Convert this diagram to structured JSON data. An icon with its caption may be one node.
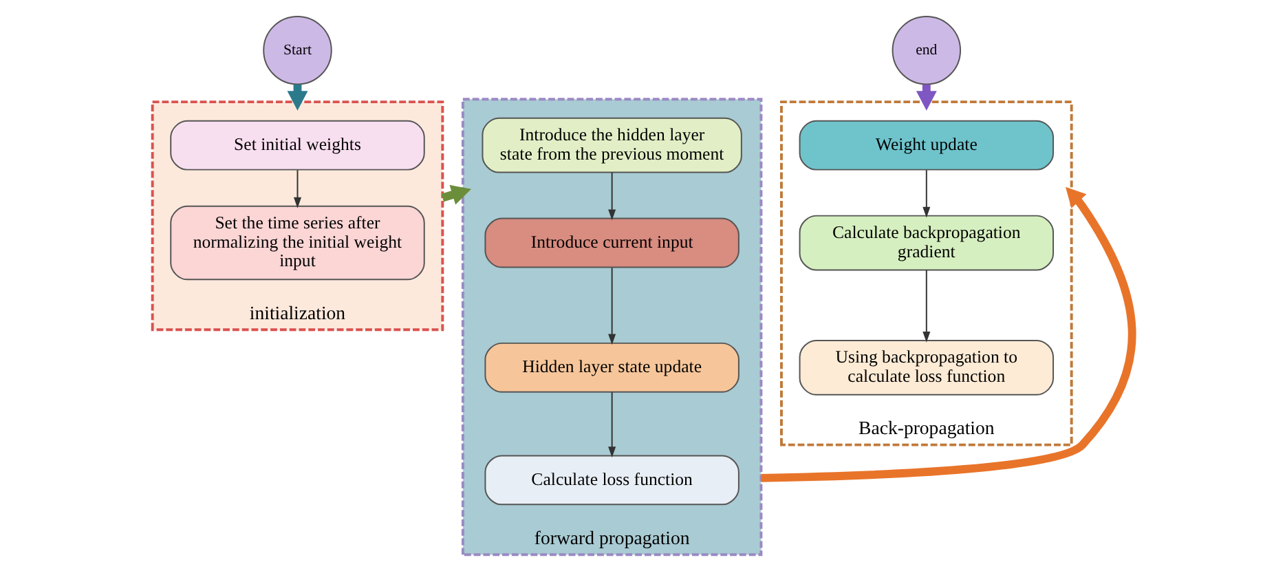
{
  "diagram": {
    "nodes": [
      {
        "text": [
          "Start"
        ]
      },
      {
        "text": [
          "initialization"
        ]
      },
      {
        "text": [
          "Set initial weights"
        ],
        "in": 1
      },
      {
        "text": [
          "Set the time series after normalizing the initial weight input"
        ],
        "in": 1
      },
      {
        "text": [
          "forward propagation"
        ]
      },
      {
        "text": [
          "Introduce the hidden layer state from the previous moment"
        ],
        "in": 4
      },
      {
        "text": [
          "Introduce current input"
        ],
        "in": 4
      },
      {
        "text": [
          "Hidden layer state update"
        ],
        "in": 4
      },
      {
        "text": [
          "Calculate loss function"
        ],
        "in": 4
      },
      {
        "text": [
          "end"
        ]
      },
      {
        "text": [
          "Back-propagation"
        ]
      },
      {
        "text": [
          "Weight update"
        ],
        "in": 10
      },
      {
        "text": [
          "Calculate backpropagation gradient"
        ],
        "in": 10
      },
      {
        "text": [
          "Using backpropagation to calculate loss function"
        ],
        "in": 10
      }
    ],
    "edges": [
      {
        "from": 0,
        "to": 1,
        "arrow": "to",
        "style": "thick",
        "color": "#2b7a8c"
      },
      {
        "from": 2,
        "to": 3,
        "arrow": "to"
      },
      {
        "from": 1,
        "to": 4,
        "arrow": "to",
        "style": "thick",
        "color": "#6b8e3a"
      },
      {
        "from": 5,
        "to": 6,
        "arrow": "to"
      },
      {
        "from": 6,
        "to": 7,
        "arrow": "to"
      },
      {
        "from": 7,
        "to": 8,
        "arrow": "to"
      },
      {
        "from": 4,
        "to": 10,
        "arrow": "to",
        "style": "thick",
        "color": "#e8742a"
      },
      {
        "from": 9,
        "to": 10,
        "arrow": "to",
        "style": "thick",
        "color": "#7e57c2"
      },
      {
        "from": 11,
        "to": 12,
        "arrow": "to"
      },
      {
        "from": 12,
        "to": 13,
        "arrow": "to"
      }
    ]
  }
}
